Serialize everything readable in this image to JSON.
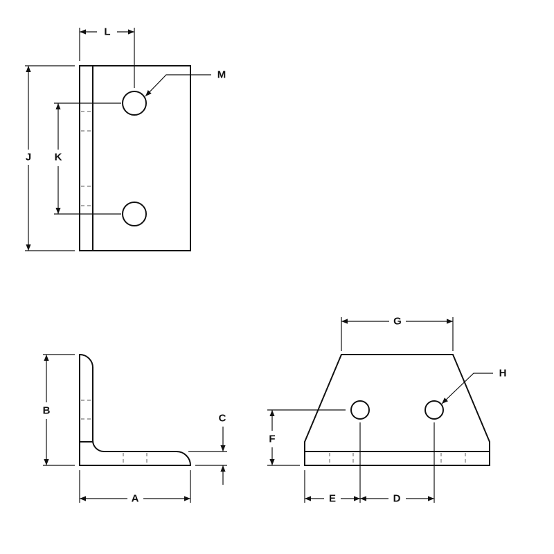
{
  "labels": {
    "a": "A",
    "b": "B",
    "c": "C",
    "d": "D",
    "e": "E",
    "f": "F",
    "g": "G",
    "h": "H",
    "j": "J",
    "k": "K",
    "l": "L",
    "m": "M"
  },
  "colors": {
    "line": "#111111",
    "hidden_line": "#777777",
    "background": "#ffffff"
  }
}
